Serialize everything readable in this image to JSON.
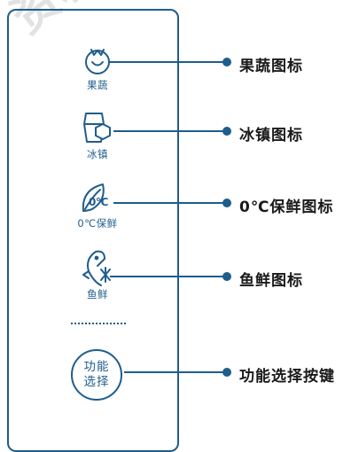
{
  "watermark": "资料",
  "icons": [
    {
      "name": "fruit-veg-icon",
      "label": "果蔬",
      "callout": "果蔬图标"
    },
    {
      "name": "ice-icon",
      "label": "冰镇",
      "callout": "冰镇图标"
    },
    {
      "name": "zero-fresh-icon",
      "label": "0℃保鲜",
      "callout": "0℃保鲜图标",
      "glyph": "0℃"
    },
    {
      "name": "fish-fresh-icon",
      "label": "鱼鲜",
      "callout": "鱼鲜图标"
    }
  ],
  "func_button": {
    "line1": "功能",
    "line2": "选择",
    "callout": "功能选择按键"
  },
  "colors": {
    "accent": "#1f5d8c",
    "text": "#1a1a1a",
    "watermark": "#cccccc"
  }
}
